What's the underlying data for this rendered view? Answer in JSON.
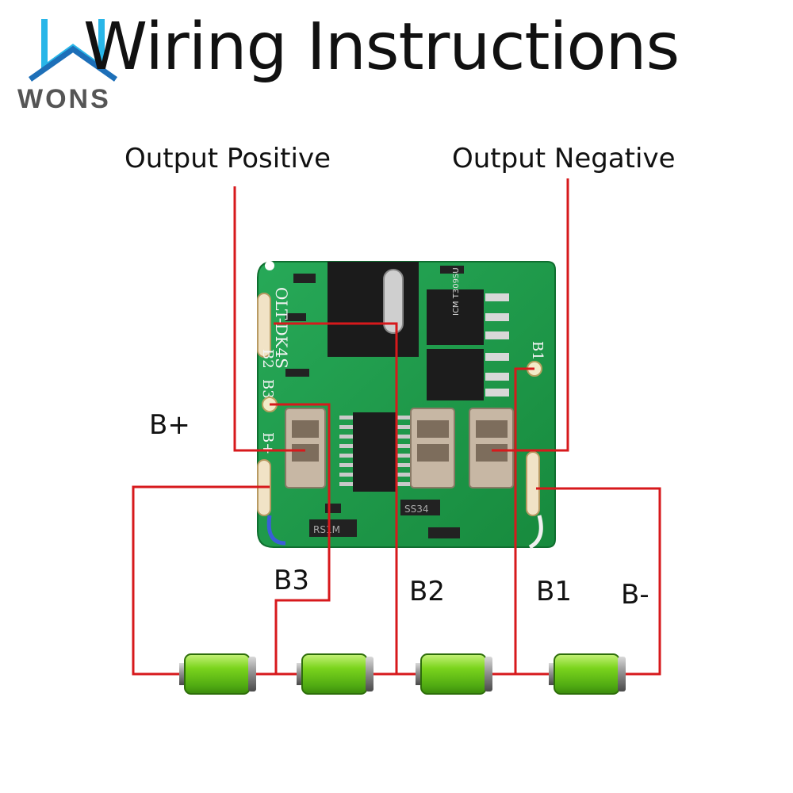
{
  "brand": {
    "logo_text": "WONS"
  },
  "title": "Wiring Instructions",
  "labels": {
    "output_positive": "Output Positive",
    "output_negative": "Output Negative",
    "b_plus": "B+",
    "b3": "B3",
    "b2": "B2",
    "b1": "B1",
    "b_minus": "B-"
  },
  "board": {
    "silk_model": "OLT-DK4S",
    "chip_ic": "ICM T309SU",
    "diode": "SS34",
    "rsm": "RS1M",
    "pad_b1": "B1",
    "pad_b2": "B2",
    "pad_b3": "B3",
    "pad_bplus": "B+"
  },
  "colors": {
    "wire": "#d7191c",
    "pcb": "#1f9a4b",
    "battery": "#6fd11e"
  }
}
